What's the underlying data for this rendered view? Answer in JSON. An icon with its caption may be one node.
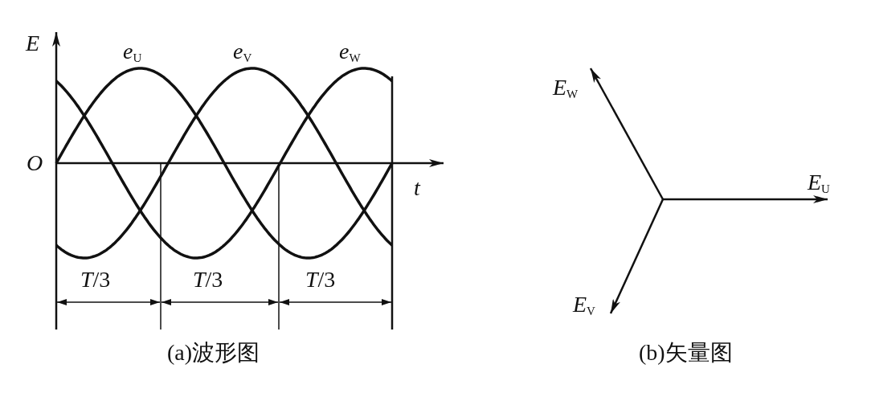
{
  "diagram": {
    "labels": [
      "E",
      "*e*$_{U}$",
      "*e*$_{V}$",
      "*e*$_{W}$",
      "*E*$_{W}$",
      "O",
      "t",
      "*E*$_{U}$",
      "*T*/3",
      "*T*/3",
      "*T*/3",
      "*E*$_{V}$",
      "(a)波形图",
      "(b)矢量图"
    ]
  }
}
